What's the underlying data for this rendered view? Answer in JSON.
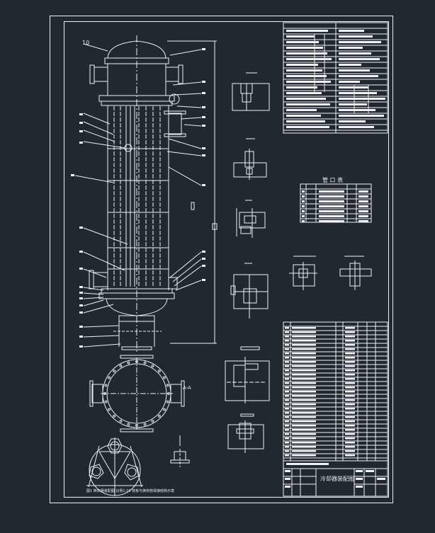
{
  "drawing": {
    "nozzle_table_title": "管 口 表",
    "title_block_name": "冷却器装配图",
    "main_view_top_tag": "10",
    "section_label": "A-A",
    "footnote": "图1 换热器装配图 比例1:10 管板与换热管焊接结构示意"
  },
  "colors": {
    "background": "#212830",
    "line": "#eef2f5"
  }
}
